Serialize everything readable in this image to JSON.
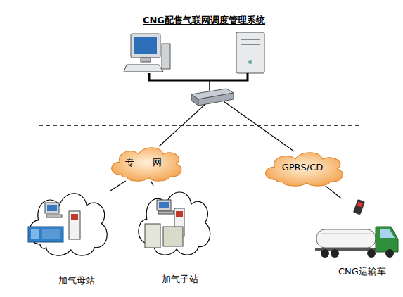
{
  "diagram": {
    "title": "CNG配售气联网调度管理系统",
    "nodes": [
      {
        "text": [
          "专 网"
        ]
      },
      {
        "text": [
          "GPRS/CD"
        ]
      },
      {
        "text": [
          "加气母站"
        ]
      },
      {
        "text": [
          "加气子站"
        ]
      },
      {
        "text": [
          "CNG运输车"
        ]
      }
    ],
    "edges": [
      {
        "from": 0,
        "to": 2,
        "arrow": "none"
      },
      {
        "from": 0,
        "to": 3,
        "arrow": "none"
      },
      {
        "from": 1,
        "to": 4,
        "arrow": "none"
      }
    ]
  }
}
